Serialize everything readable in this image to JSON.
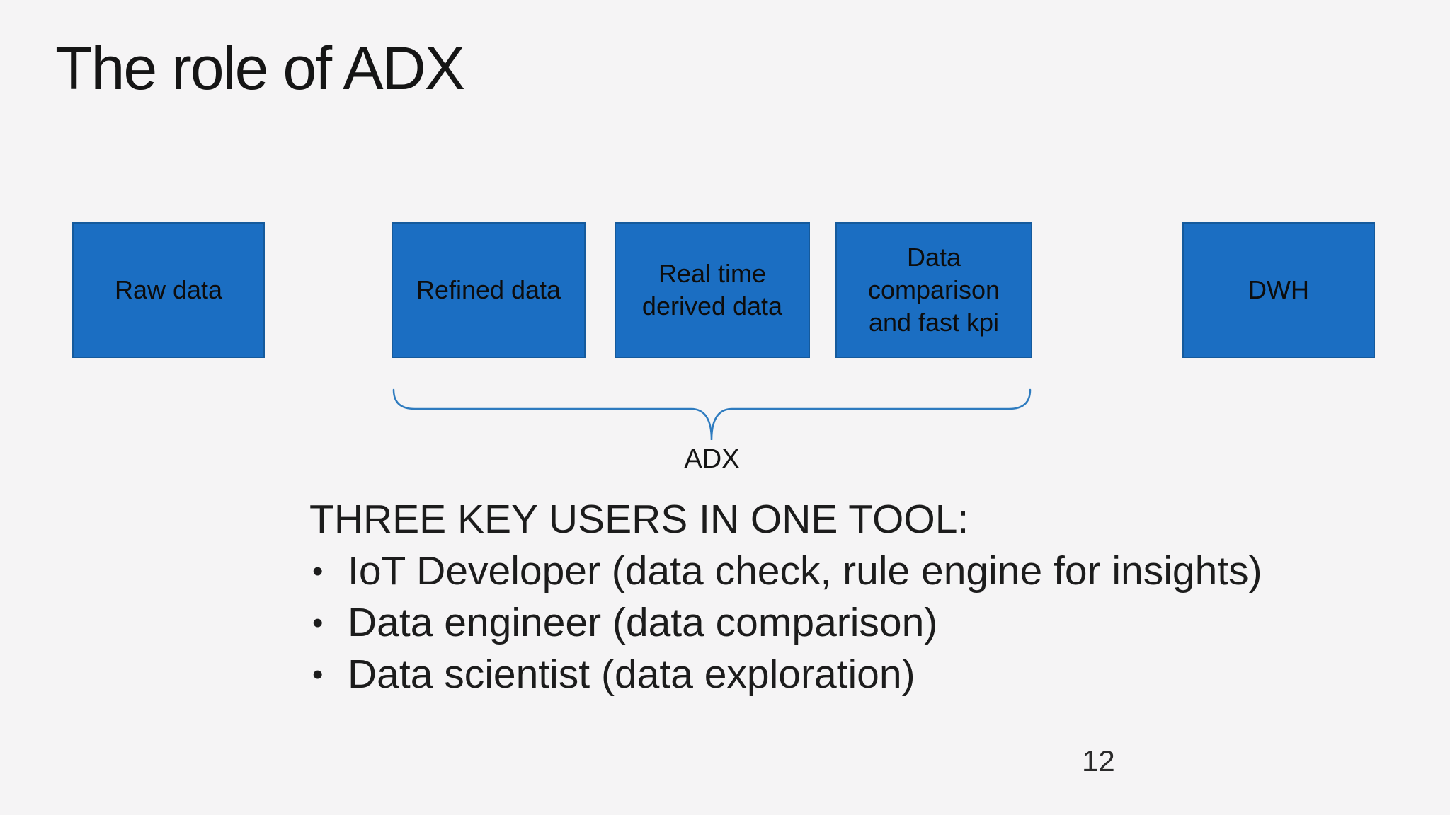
{
  "slide": {
    "title": "The role of ADX",
    "page_number": "12",
    "boxes": [
      {
        "id": "raw-data",
        "label": "Raw data"
      },
      {
        "id": "refined-data",
        "label": "Refined data"
      },
      {
        "id": "real-time-derived-data",
        "label": "Real time derived data"
      },
      {
        "id": "data-comparison-and-fast-kpi",
        "label": "Data comparison and fast kpi"
      },
      {
        "id": "dwh",
        "label": "DWH"
      }
    ],
    "brace_label": "ADX",
    "key_users": {
      "heading": "THREE KEY USERS IN ONE TOOL:",
      "bullet_char": "•",
      "bullets": [
        "IoT Developer (data check, rule engine for insights)",
        "Data engineer (data comparison)",
        "Data scientist (data exploration)"
      ]
    },
    "colors": {
      "background": "#f5f4f5",
      "box_fill": "#1b6ec2",
      "box_border": "#155a9c",
      "brace": "#2e7bbf",
      "text": "#161616"
    }
  }
}
